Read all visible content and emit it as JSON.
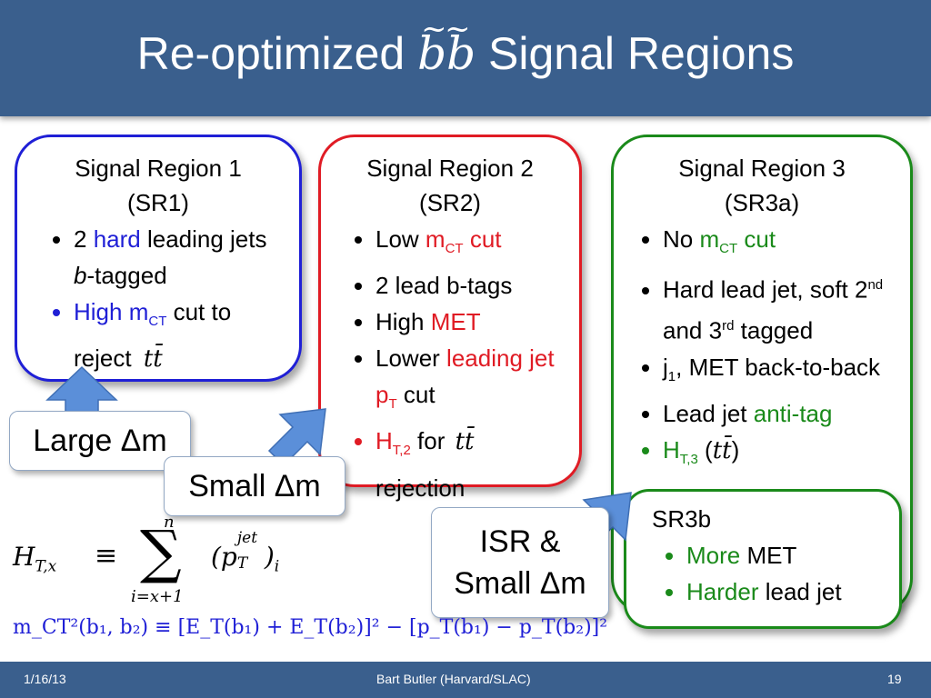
{
  "slide": {
    "title_prefix": "Re-optimized ",
    "title_math": "bb",
    "title_suffix": " Signal Regions"
  },
  "sr1": {
    "title_line1": "Signal Region 1",
    "title_line2": "(SR1)",
    "b1_pre": "2 ",
    "b1_hl": "hard",
    "b1_post": " leading jets ",
    "b1_b": "b",
    "b1_end": "-tagged",
    "b2_pre": "High m",
    "b2_sub": "CT",
    "b2_post": " cut to reject ",
    "b2_math": "tt̄"
  },
  "sr2": {
    "title_line1": "Signal Region 2",
    "title_line2": "(SR2)",
    "b1_pre": "Low ",
    "b1_m": "m",
    "b1_sub": "CT",
    "b1_post": " cut",
    "b2": "2 lead b-tags",
    "b3_pre": "High ",
    "b3_hl": "MET",
    "b4_pre": "Lower ",
    "b4_hl": "leading jet p",
    "b4_sub": "T",
    "b4_post": " cut",
    "b5_h": "H",
    "b5_sub": "T,2",
    "b5_mid": " for ",
    "b5_math": "tt̄",
    "b5_post": " rejection"
  },
  "sr3": {
    "title_line1": "Signal Region 3",
    "title_line2": "(SR3a)",
    "b1_pre": "No ",
    "b1_m": "m",
    "b1_sub": "CT",
    "b1_post": " cut",
    "b2_a": "Hard lead jet, soft 2",
    "b2_sup1": "nd",
    "b2_b": " and 3",
    "b2_sup2": "rd",
    "b2_c": " tagged",
    "b3_a": "j",
    "b3_sub": "1",
    "b3_b": ", MET  back-to-back",
    "b4_pre": "Lead jet ",
    "b4_hl": "anti-tag",
    "b5_h": "H",
    "b5_sub": "T,3",
    "b5_open": " (",
    "b5_math": "tt̄",
    "b5_close": ")"
  },
  "sr3b": {
    "title": "SR3b",
    "b1_hl": "More",
    "b1_post": " MET",
    "b2_hl": "Harder",
    "b2_post": " lead jet"
  },
  "labels": {
    "large": "Large Δm",
    "small": "Small Δm",
    "isr_line1": "ISR &",
    "isr_line2": "Small Δm"
  },
  "formulas": {
    "ht_lhs": "H",
    "ht_sub": "T,x",
    "ht_equiv": "≡",
    "ht_sum": "∑",
    "ht_upper": "n",
    "ht_lower": "i=x+1",
    "ht_term": "(p",
    "ht_term_sup": "jet",
    "ht_term_sub": "T",
    "ht_term_end": ")",
    "ht_term_i": "i",
    "mct": "m_CT²(b₁, b₂) ≡ [E_T(b₁) + E_T(b₂)]² − [p_T(b₁) − p_T(b₂)]²"
  },
  "footer": {
    "date": "1/16/13",
    "author": "Bart Butler (Harvard/SLAC)",
    "page": "19"
  },
  "colors": {
    "title_bar": "#3a5f8d",
    "sr1_border": "#1f1fd6",
    "sr2_border": "#e01b24",
    "sr3_border": "#1a8a1a",
    "arrow": "#5b8fd9"
  }
}
